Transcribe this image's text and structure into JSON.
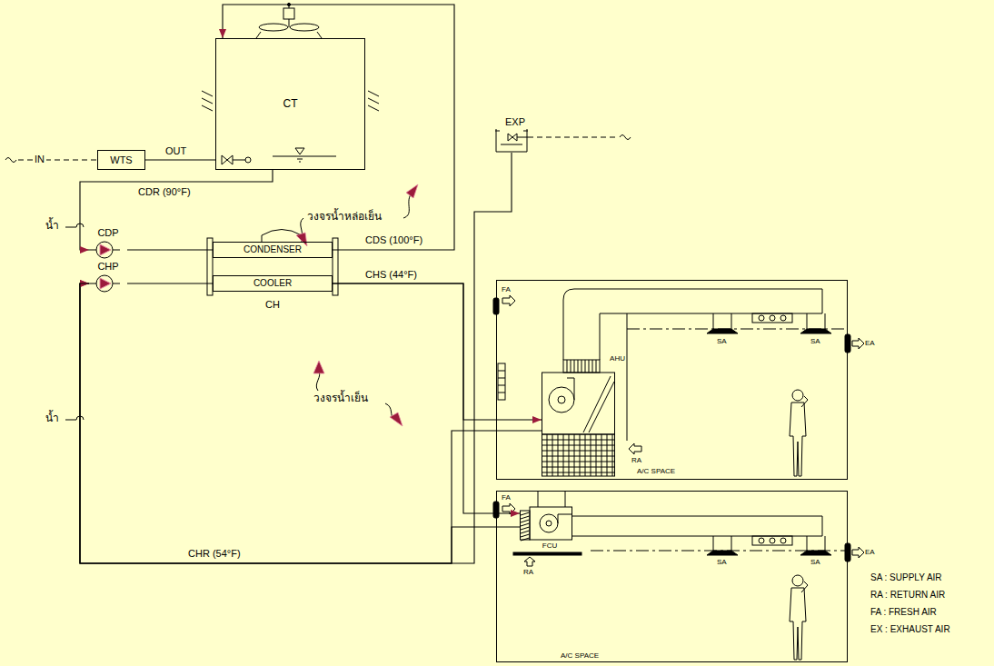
{
  "diagram": {
    "nodes": [
      {
        "text": [
          "WTS"
        ]
      },
      {
        "text": [
          "CT"
        ]
      },
      {
        "text": [
          "EXP"
        ]
      },
      {
        "text": [
          "CDP"
        ]
      },
      {
        "text": [
          "CONDENSER"
        ]
      },
      {
        "text": [
          "CHP"
        ]
      },
      {
        "text": [
          "COOLER"
        ]
      },
      {
        "text": [
          "A/C SPACE"
        ]
      },
      {
        "text": [
          "AHU"
        ],
        "in": 7
      },
      {
        "text": [
          "A/C SPACE"
        ]
      },
      {
        "text": [
          "FCU"
        ],
        "in": 9
      }
    ],
    "edges": [
      {
        "from": 0,
        "to": 1,
        "label": "OUT",
        "arrow": "none"
      },
      {
        "from": 1,
        "to": 3,
        "label": "CDR (90°F)",
        "arrow": "to"
      },
      {
        "from": 3,
        "to": 4,
        "arrow": "none"
      },
      {
        "from": 4,
        "to": 1,
        "label": "CDS (100°F)",
        "arrow": "to"
      },
      {
        "from": 5,
        "to": 6,
        "arrow": "none"
      },
      {
        "from": 6,
        "to": 8,
        "label": "CHS (44°F)",
        "arrow": "to"
      },
      {
        "from": 6,
        "to": 10,
        "arrow": "to"
      },
      {
        "from": 8,
        "to": 5,
        "label": "CHR (54°F)",
        "arrow": "to"
      },
      {
        "from": 10,
        "to": 5,
        "arrow": "to"
      },
      {
        "from": 2,
        "to": 5,
        "arrow": "none"
      }
    ],
    "labels": [
      "IN",
      "น้ำ",
      "วงจรน้ำหล่อเย็น",
      "CH",
      "วงจรน้ำเย็น",
      "น้ำ",
      "FA",
      "SA",
      "SA",
      "EA",
      "RA",
      "FA",
      "RA",
      "SA",
      "SA",
      "EA"
    ],
    "legend": [
      {
        "text": "SA : SUPPLY AIR"
      },
      {
        "text": "RA : RETURN AIR"
      },
      {
        "text": "FA : FRESH AIR"
      },
      {
        "text": "EX : EXHAUST AIR"
      }
    ]
  }
}
